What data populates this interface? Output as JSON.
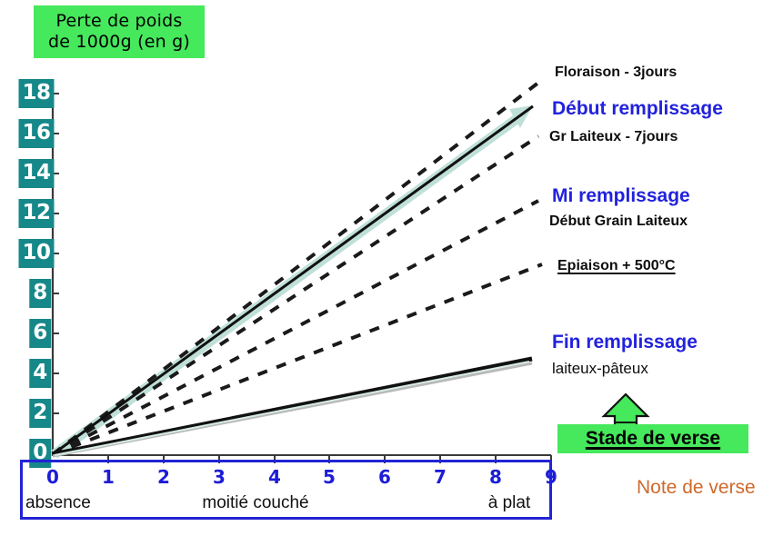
{
  "title": {
    "line1": "Perte de poids",
    "line2": "de 1000g (en g)"
  },
  "colors": {
    "title_box_green": "#46e85c",
    "y_tick_chip_teal": "#16888a",
    "x_axis_box_blue": "#2323d6",
    "series_label_blue": "#2222dd",
    "note_orange": "#cf6a2c",
    "band_mint": "#bfe0d8",
    "line_black": "#111111"
  },
  "axes": {
    "y": {
      "label": "Perte de poids de 1000g (en g)",
      "ticks": [
        "0",
        "2",
        "4",
        "6",
        "8",
        "10",
        "12",
        "14",
        "16",
        "18"
      ],
      "min": 0,
      "max": 18
    },
    "x": {
      "label": "Note de verse",
      "ticks": [
        "0",
        "1",
        "2",
        "3",
        "4",
        "5",
        "6",
        "7",
        "8",
        "9"
      ],
      "min": 0,
      "max": 9,
      "categories": [
        {
          "text": "absence",
          "at": 0
        },
        {
          "text": "moitié couché",
          "at": 4.5
        },
        {
          "text": "à plat",
          "at": 8.6
        }
      ]
    }
  },
  "series_labels": [
    {
      "text": "Floraison - 3jours",
      "style": "black"
    },
    {
      "text": "Début remplissage",
      "style": "blue"
    },
    {
      "text": "Gr Laiteux - 7jours",
      "style": "black"
    },
    {
      "text": "Mi remplissage",
      "style": "blue"
    },
    {
      "text": "Début Grain Laiteux",
      "style": "black"
    },
    {
      "text": "Epiaison + 500°C",
      "style": "black-underlined"
    },
    {
      "text": "Fin remplissage",
      "style": "blue"
    },
    {
      "text": "laiteux-pâteux",
      "style": "black-plain"
    }
  ],
  "callout": {
    "stade_de_verse": "Stade de verse",
    "arrow": "up-arrow"
  },
  "chart_data": {
    "type": "line",
    "title": "Perte de poids de 1000g (en g)",
    "xlabel": "Note de verse",
    "ylabel": "Perte de poids de 1000g (en g)",
    "xlim": [
      0,
      9
    ],
    "ylim": [
      0,
      18
    ],
    "grid": false,
    "legend": "right-of-plot (inline labels at line ends)",
    "x": [
      0,
      9
    ],
    "series": [
      {
        "name": "Floraison - 3jours",
        "style": "dashed",
        "color": "#111111",
        "values": [
          0,
          18.6
        ],
        "slope": 2.07
      },
      {
        "name": "Début remplissage",
        "style": "solid-with-mint-band-arrow",
        "color": "#111111",
        "band_color": "#bfe0d8",
        "values": [
          0,
          17.4
        ],
        "slope": 1.93
      },
      {
        "name": "Gr Laiteux - 7jours",
        "style": "dashed",
        "color": "#111111",
        "values": [
          0,
          15.9
        ],
        "slope": 1.77
      },
      {
        "name": "Mi remplissage / Début Grain Laiteux",
        "style": "dashed",
        "color": "#111111",
        "values": [
          0,
          12.7
        ],
        "slope": 1.41
      },
      {
        "name": "Epiaison + 500°C",
        "style": "dashed",
        "color": "#111111",
        "values": [
          0,
          9.5
        ],
        "slope": 1.06
      },
      {
        "name": "Fin remplissage / laiteux-pâteux",
        "style": "solid",
        "color": "#111111",
        "values": [
          0,
          4.8
        ],
        "slope": 0.55
      }
    ]
  }
}
